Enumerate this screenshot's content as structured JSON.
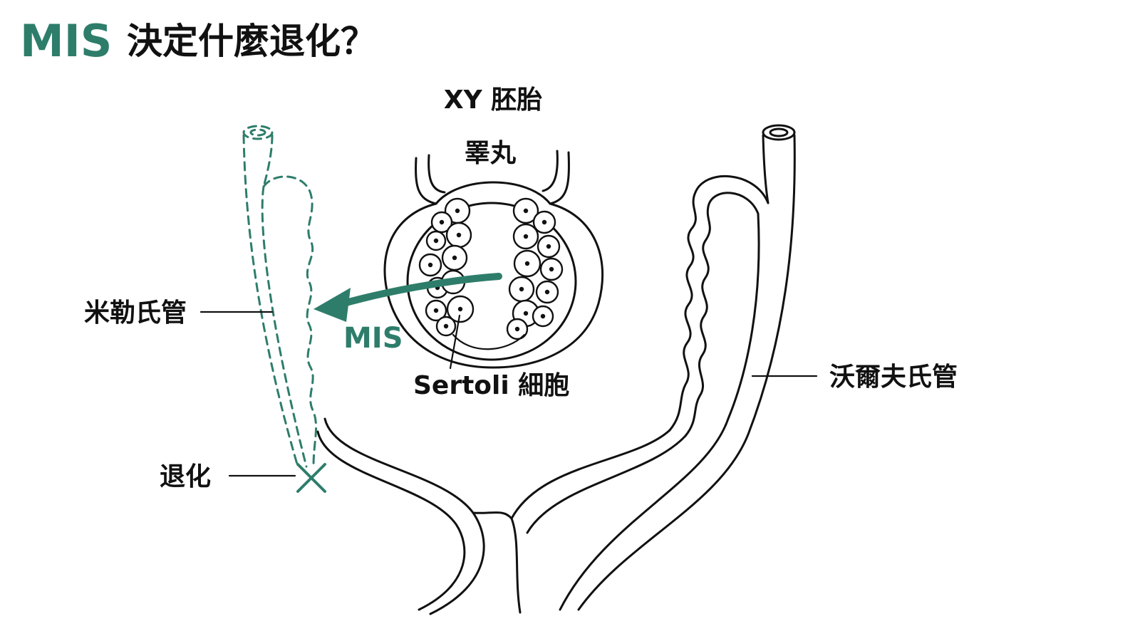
{
  "title": {
    "accent": "MIS",
    "text": "決定什麼退化？"
  },
  "labels": {
    "embryo": "XY 胚胎",
    "testis": "睪丸",
    "mullerian_duct": "米勒氏管",
    "mis_arrow": "MIS",
    "sertoli_cell": "Sertoli 細胞",
    "wolffian_duct": "沃爾夫氏管",
    "regress": "退化"
  },
  "colors": {
    "accent": "#2e7d6b",
    "ink": "#111111",
    "background": "#ffffff"
  },
  "icons": {
    "regress_mark": "x-mark-icon"
  }
}
